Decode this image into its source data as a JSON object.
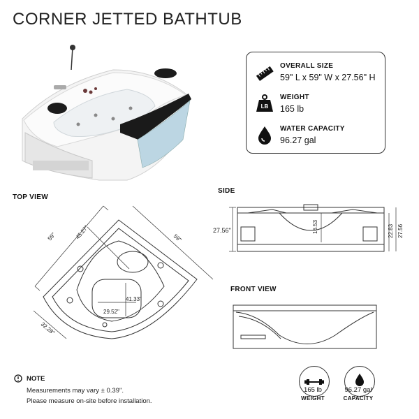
{
  "title": "CORNER JETTED BATHTUB",
  "specs": {
    "size_label": "OVERALL SIZE",
    "size_value": "59\" L x 59\" W x 27.56\" H",
    "weight_label": "WEIGHT",
    "weight_value": "165 lb",
    "weight_icon_text": "LB",
    "water_label": "WATER CAPACITY",
    "water_value": "96.27 gal"
  },
  "views": {
    "top": "TOP VIEW",
    "side": "SIDE",
    "front": "FRONT VIEW"
  },
  "top_dims": {
    "left_edge": "59\"",
    "diagonal": "45.27\"",
    "right_edge": "59\"",
    "inner_depth": "41.33\"",
    "inner_width": "29.52\"",
    "corner": "32.28\""
  },
  "side_dims": {
    "height": "27.56\"",
    "inner": "16.53",
    "right_inner": "22.83",
    "right_outer": "27.56"
  },
  "note": {
    "title": "NOTE",
    "line1": "Measurements may vary ± 0.39\".",
    "line2": "Please measure on-site before installation."
  },
  "badges": {
    "weight_value": "165 lb",
    "weight_label": "WEIGHT",
    "water_value": "96.27 gal",
    "water_label": "CAPACITY"
  }
}
